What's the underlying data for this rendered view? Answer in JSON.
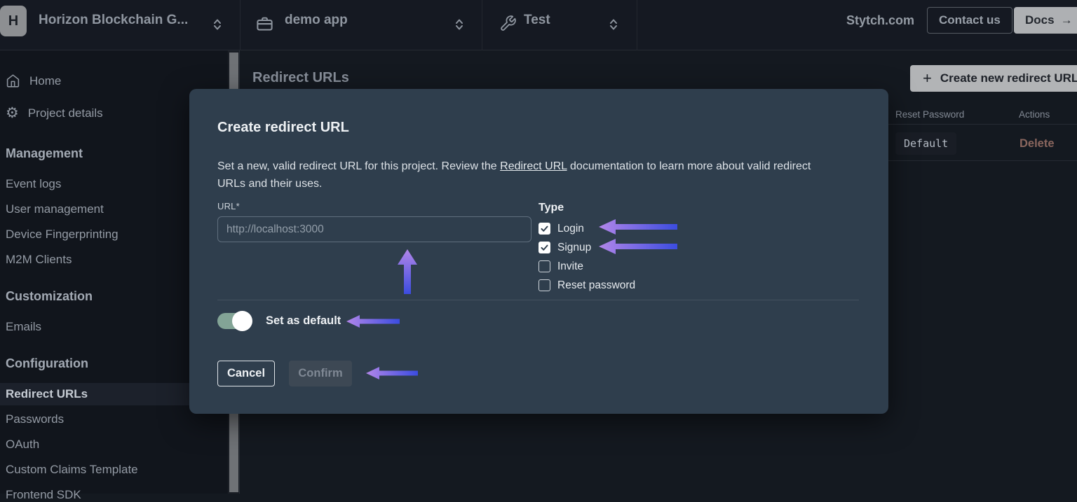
{
  "topbar": {
    "logo_letter": "H",
    "org_name": "Horizon Blockchain G...",
    "app_name": "demo app",
    "env_name": "Test",
    "stytch_link": "Stytch.com",
    "contact_button": "Contact us",
    "docs_button": "Docs",
    "docs_arrow": "→"
  },
  "sidebar": {
    "top_items": [
      {
        "label": "Home",
        "icon": "home-icon"
      },
      {
        "label": "Project details",
        "icon": "gear-icon"
      }
    ],
    "sections": [
      {
        "title": "Management",
        "items": [
          "Event logs",
          "User management",
          "Device Fingerprinting",
          "M2M Clients"
        ]
      },
      {
        "title": "Customization",
        "items": [
          "Emails"
        ]
      },
      {
        "title": "Configuration",
        "items": [
          "Redirect URLs",
          "Passwords",
          "OAuth",
          "Custom Claims Template",
          "Frontend SDK"
        ]
      }
    ],
    "active_item": "Redirect URLs"
  },
  "main": {
    "heading": "Redirect URLs",
    "create_button": "Create new redirect URL",
    "create_plus": "+",
    "table": {
      "visible_columns": [
        "Reset Password",
        "Actions"
      ],
      "rows": [
        {
          "reset_password": "Default",
          "action": "Delete"
        }
      ]
    }
  },
  "modal": {
    "title": "Create redirect URL",
    "description_before": "Set a new, valid redirect URL for this project. Review the ",
    "description_link": "Redirect URL",
    "description_after": " documentation to learn more about valid redirect URLs and their uses.",
    "url_label": "URL*",
    "url_value": "",
    "url_placeholder": "http://localhost:3000",
    "type_label": "Type",
    "checkboxes": [
      {
        "label": "Login",
        "checked": true
      },
      {
        "label": "Signup",
        "checked": true
      },
      {
        "label": "Invite",
        "checked": false
      },
      {
        "label": "Reset password",
        "checked": false
      }
    ],
    "toggle_label": "Set as default",
    "toggle_on": true,
    "cancel_button": "Cancel",
    "confirm_button": "Confirm",
    "confirm_disabled": true
  },
  "colors": {
    "topbar_bg": "#151922",
    "sidebar_bg": "#11151c",
    "main_bg": "#141920",
    "modal_bg": "#2f3e4d",
    "toggle_on": "#83a496",
    "arrow_gradient_start": "#b286e9",
    "arrow_gradient_end": "#3b4ce0",
    "delete_text": "#8a665e",
    "button_fill": "#b2b4b6"
  }
}
